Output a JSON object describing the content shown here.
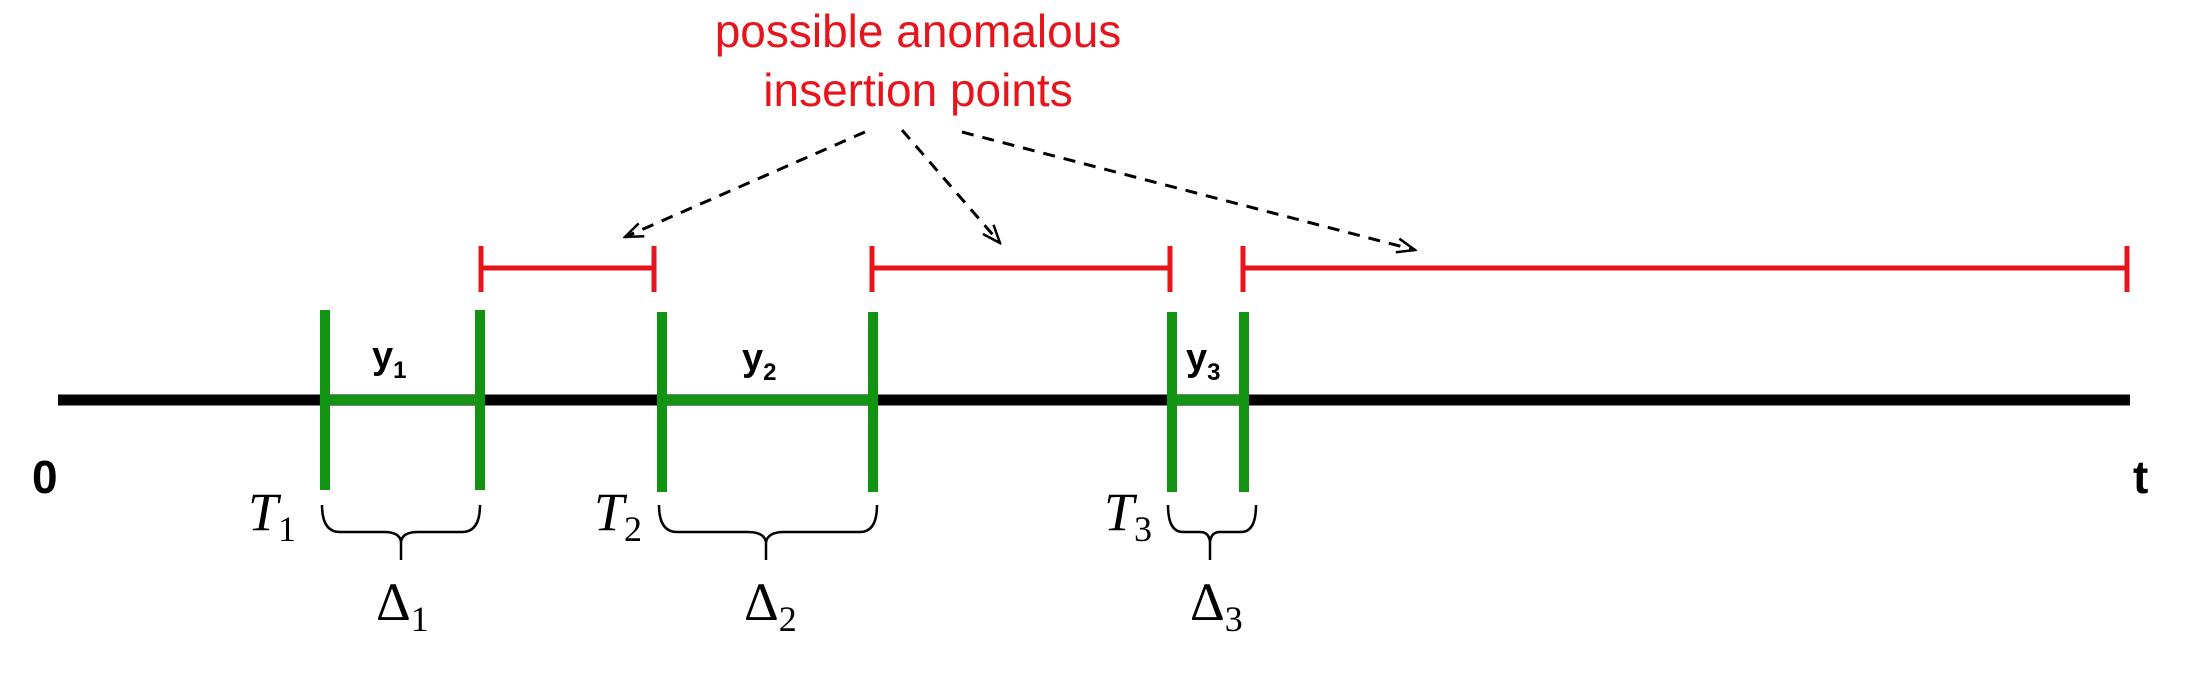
{
  "colors": {
    "axis": "#000000",
    "interval": "#129412",
    "insertion": "#e8141b",
    "arrow": "#000000"
  },
  "annotation": {
    "line1": "possible anomalous",
    "line2": "insertion points"
  },
  "axis": {
    "start_label": "0",
    "end_label": "t"
  },
  "intervals": [
    {
      "symbol": "y",
      "index": "1",
      "start_symbol": "T",
      "delta_symbol": "Δ"
    },
    {
      "symbol": "y",
      "index": "2",
      "start_symbol": "T",
      "delta_symbol": "Δ"
    },
    {
      "symbol": "y",
      "index": "3",
      "start_symbol": "T",
      "delta_symbol": "Δ"
    }
  ]
}
